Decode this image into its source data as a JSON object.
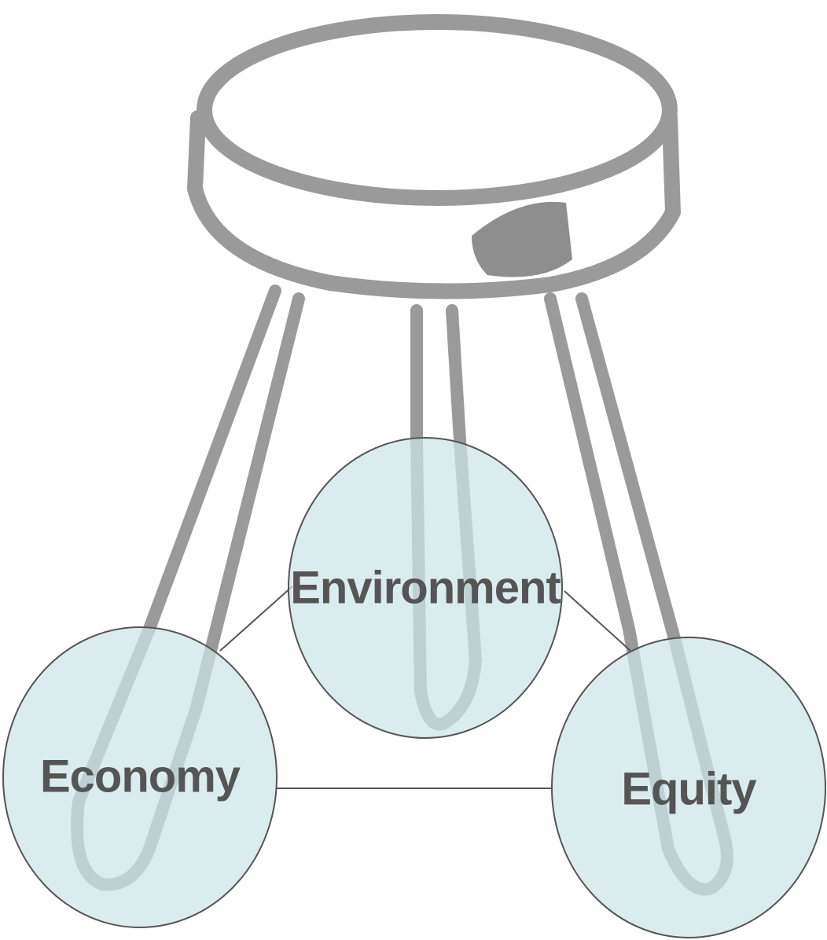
{
  "diagram": {
    "stool_icon": "three-legged-stool-icon",
    "nodes": {
      "environment": {
        "label": "Environment"
      },
      "economy": {
        "label": "Economy"
      },
      "equity": {
        "label": "Equity"
      }
    },
    "colors": {
      "circle_fill": "#d6eaed",
      "circle_stroke": "#555555",
      "stool_stroke": "#9a9a9a",
      "label_color": "#555555"
    }
  }
}
